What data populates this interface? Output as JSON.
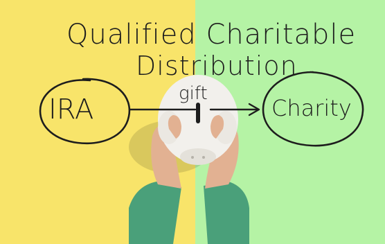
{
  "image": {
    "title_line_1": "Qualified Charitable",
    "title_line_2": "Distribution",
    "left_circle_label": "IRA",
    "center_label": "gift",
    "right_circle_label": "Charity"
  },
  "colors": {
    "left_background": "#f8e46a",
    "right_background": "#b5f3a5",
    "ink": "#1d1d1d",
    "piggy_bank": "#f2f0ec",
    "sleeve": "#4aa07a",
    "skin": "#e2b192"
  }
}
